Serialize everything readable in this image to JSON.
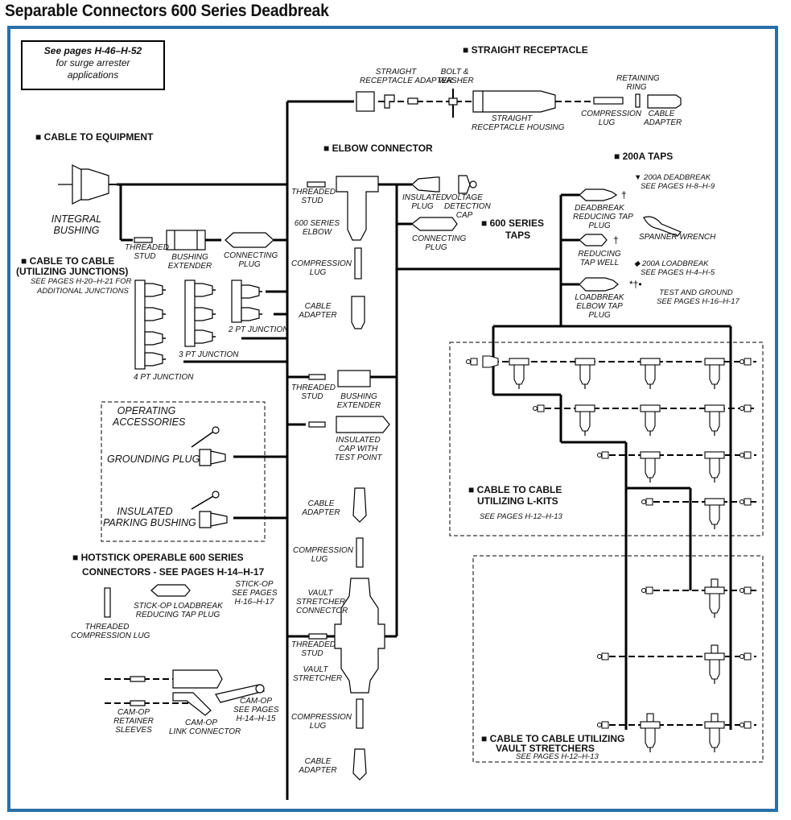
{
  "title": "Separable Connectors 600 Series Deadbreak",
  "note": {
    "line1": "See pages H-46–H-52",
    "line2": "for surge arrester",
    "line3": "applications"
  },
  "sections": {
    "straight_receptacle": "■ STRAIGHT RECEPTACLE",
    "cable_to_equipment": "■ CABLE TO EQUIPMENT",
    "elbow_connector": "■ ELBOW CONNECTOR",
    "taps_200a": "■ 200A TAPS",
    "series_taps_1": "■ 600 SERIES",
    "series_taps_2": "TAPS",
    "cable_to_cable_1": "■ CABLE TO CABLE",
    "cable_to_cable_2": "(UTILIZING JUNCTIONS)",
    "cable_to_cable_ref_1": "SEE PAGES H-20–H-21 FOR",
    "cable_to_cable_ref_2": "ADDITIONAL JUNCTIONS",
    "hotstick_1": "■ HOTSTICK OPERABLE 600 SERIES",
    "hotstick_2": "CONNECTORS - SEE PAGES H-14–H-17",
    "lkits_1": "■ CABLE TO CABLE",
    "lkits_2": "UTILIZING L-KITS",
    "lkits_ref": "SEE PAGES H-12–H-13",
    "vault_1": "■ CABLE TO CABLE UTILIZING",
    "vault_2": "VAULT STRETCHERS",
    "vault_ref": "SEE PAGES H-12–H-13"
  },
  "labels": {
    "straight_receptacle_adapter_1": "STRAIGHT",
    "straight_receptacle_adapter_2": "RECEPTACLE ADAPTER",
    "bolt_washer_1": "BOLT &",
    "bolt_washer_2": "WASHER",
    "straight_receptacle_housing_1": "STRAIGHT",
    "straight_receptacle_housing_2": "RECEPTACLE HOUSING",
    "retaining_ring_1": "RETAINING",
    "retaining_ring_2": "RING",
    "compression_lug_top_1": "COMPRESSION",
    "compression_lug_top_2": "LUG",
    "cable_adapter_top_1": "CABLE",
    "cable_adapter_top_2": "ADAPTER",
    "integral_bushing_1": "INTEGRAL",
    "integral_bushing_2": "BUSHING",
    "threaded_stud_left_1": "THREADED",
    "threaded_stud_left_2": "STUD",
    "bushing_extender_left_1": "BUSHING",
    "bushing_extender_left_2": "EXTENDER",
    "connecting_plug_left_1": "CONNECTING",
    "connecting_plug_left_2": "PLUG",
    "threaded_stud_elbow_1": "THREADED",
    "threaded_stud_elbow_2": "STUD",
    "series_elbow_1": "600 SERIES",
    "series_elbow_2": "ELBOW",
    "compression_lug_elbow_1": "COMPRESSION",
    "compression_lug_elbow_2": "LUG",
    "cable_adapter_elbow_1": "CABLE",
    "cable_adapter_elbow_2": "ADAPTER",
    "insulated_plug_1": "INSULATED",
    "insulated_plug_2": "PLUG",
    "voltage_cap_1": "VOLTAGE",
    "voltage_cap_2": "DETECTION",
    "voltage_cap_3": "CAP",
    "connecting_plug_mid_1": "CONNECTING",
    "connecting_plug_mid_2": "PLUG",
    "deadbreak_200a": "▼ 200A DEADBREAK",
    "deadbreak_200a_ref": "SEE PAGES H-8–H-9",
    "deadbreak_tap_1": "DEADBREAK",
    "deadbreak_tap_2": "REDUCING TAP",
    "deadbreak_tap_3": "PLUG",
    "spanner_wrench": "SPANNER WRENCH",
    "reducing_tap_well_1": "REDUCING",
    "reducing_tap_well_2": "TAP WELL",
    "loadbreak_200a": "◆ 200A LOADBREAK",
    "loadbreak_200a_ref": "SEE PAGES H-4–H-5",
    "loadbreak_tap_1": "LOADBREAK",
    "loadbreak_tap_2": "ELBOW TAP",
    "loadbreak_tap_3": "PLUG",
    "test_ground_1": "TEST AND GROUND",
    "test_ground_2": "SEE PAGES H-16–H-17",
    "junction_2pt": "2 PT JUNCTION",
    "junction_3pt": "3 PT JUNCTION",
    "junction_4pt": "4 PT JUNCTION",
    "threaded_stud_mid_1": "THREADED",
    "threaded_stud_mid_2": "STUD",
    "bushing_extender_mid_1": "BUSHING",
    "bushing_extender_mid_2": "EXTENDER",
    "insulated_cap_1": "INSULATED",
    "insulated_cap_2": "CAP WITH",
    "insulated_cap_3": "TEST POINT",
    "operating_acc_1": "OPERATING",
    "operating_acc_2": "ACCESSORIES",
    "grounding_plug": "GROUNDING PLUG",
    "parking_bushing_1": "INSULATED",
    "parking_bushing_2": "PARKING BUSHING",
    "cable_adapter_low_1": "CABLE",
    "cable_adapter_low_2": "ADAPTER",
    "compression_lug_low_1": "COMPRESSION",
    "compression_lug_low_2": "LUG",
    "vault_stretcher_conn_1": "VAULT",
    "vault_stretcher_conn_2": "STRETCHER",
    "vault_stretcher_conn_3": "CONNECTOR",
    "threaded_stud_low_1": "THREADED",
    "threaded_stud_low_2": "STUD",
    "vault_stretcher_1": "VAULT",
    "vault_stretcher_2": "STRETCHER",
    "compression_lug_bot_1": "COMPRESSION",
    "compression_lug_bot_2": "LUG",
    "cable_adapter_bot_1": "CABLE",
    "cable_adapter_bot_2": "ADAPTER",
    "threaded_comp_lug_1": "THREADED",
    "threaded_comp_lug_2": "COMPRESSION LUG",
    "stick_op_tap_1": "STICK-OP LOADBREAK",
    "stick_op_tap_2": "REDUCING TAP PLUG",
    "stick_op_ref_1": "STICK-OP",
    "stick_op_ref_2": "SEE PAGES",
    "stick_op_ref_3": "H-16–H-17",
    "cam_op_sleeves_1": "CAM-OP",
    "cam_op_sleeves_2": "RETAINER",
    "cam_op_sleeves_3": "SLEEVES",
    "cam_op_link_1": "CAM-OP",
    "cam_op_link_2": "LINK CONNECTOR",
    "cam_op_ref_1": "CAM-OP",
    "cam_op_ref_2": "SEE PAGES",
    "cam_op_ref_3": "H-14–H-15"
  },
  "colors": {
    "frame": "#2a6fa8",
    "line": "#000000"
  }
}
